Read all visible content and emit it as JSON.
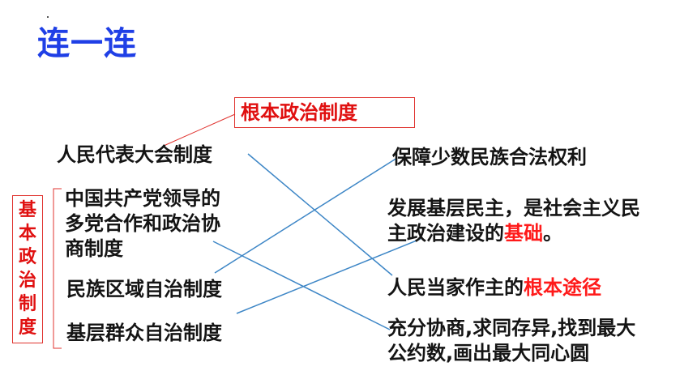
{
  "title": "连一连",
  "root_label": "根本政治制度",
  "basic_label_chars": [
    "基",
    "本",
    "政",
    "治",
    "制",
    "度"
  ],
  "left_items": {
    "npc": "人民代表大会制度",
    "cpc_line1": "中国共产党领导的",
    "cpc_line2": "多党合作和政治协",
    "cpc_line3": "商制度",
    "regional": "民族区域自治制度",
    "grassroots": "基层群众自治制度"
  },
  "right_items": {
    "minority": "保障少数民族合法权利",
    "democracy_line1": "发展基层民主，是社会主义民",
    "democracy_line2_prefix": "主政治建设的",
    "democracy_line2_red": "基础",
    "democracy_line2_suffix": "。",
    "master_prefix": "人民当家作主的",
    "master_red": "根本途径",
    "consult_line1": "充分协商,求同存异,找到最大",
    "consult_line2": "公约数,画出最大同心圆"
  },
  "colors": {
    "title": "#1f3fe6",
    "accent_red": "#e01010",
    "connector_blue": "#3d86c6",
    "box_border": "#e0332f"
  }
}
